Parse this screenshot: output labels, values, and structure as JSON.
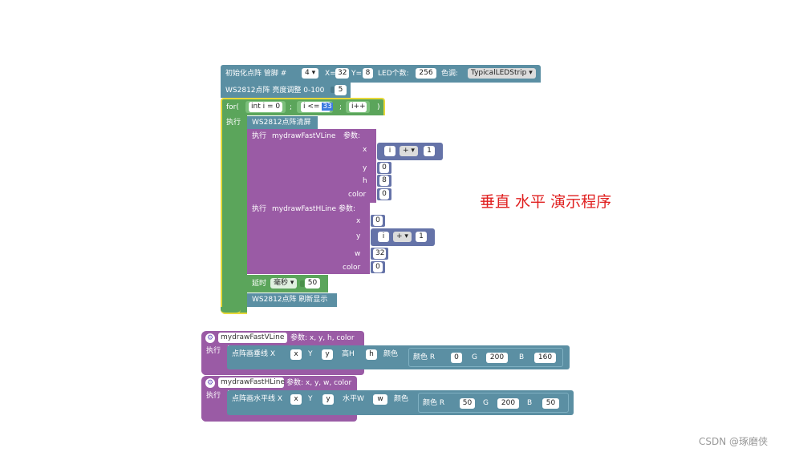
{
  "init": {
    "label": "初始化点阵 管脚 #",
    "pin": "4 ▾",
    "x_label": "X=",
    "x_value": "32",
    "y_label": "Y=",
    "y_value": "8",
    "led_count_label": "LED个数:",
    "led_count": "256",
    "tone_label": "色调:",
    "tone_value": "TypicalLEDStrip ▾"
  },
  "brightness": {
    "label": "WS2812点阵 亮度调整 0-100",
    "value": "5"
  },
  "for_loop": {
    "label": "for(",
    "init": "int i = 0",
    "sep1": ";",
    "cond_prefix": "i <=",
    "cond_value": "33",
    "sep2": ";",
    "step": "i++",
    "close": ")",
    "do_label": "执行"
  },
  "clear": {
    "label": "WS2812点阵清屏"
  },
  "vline_call": {
    "label": "执行",
    "func": "mydrawFastVLine",
    "params": "参数:",
    "x_label": "x",
    "x_var": "i",
    "x_op": "+ ▾",
    "x_num": "1",
    "y_label": "y",
    "y_value": "0",
    "h_label": "h",
    "h_value": "8",
    "color_label": "color",
    "color_value": "0"
  },
  "hline_call": {
    "label": "执行",
    "func": "mydrawFastHLine",
    "params": "参数:",
    "x_label": "x",
    "x_value": "0",
    "y_label": "y",
    "y_var": "i",
    "y_op": "+ ▾",
    "y_num": "1",
    "w_label": "w",
    "w_value": "32",
    "color_label": "color",
    "color_value": "0"
  },
  "delay": {
    "label": "延时",
    "unit": "毫秒 ▾",
    "value": "50"
  },
  "refresh": {
    "label": "WS2812点阵 刷新显示"
  },
  "annotation": "垂直  水平  演示程序",
  "def_v": {
    "name": "mydrawFastVLine",
    "params": "参数: x, y, h, color",
    "do_label": "执行",
    "call_label": "点阵画垂线 X",
    "x_var": "x",
    "y_label": "Y",
    "y_var": "y",
    "h_label": "高H",
    "h_var": "h",
    "color_label": "颜色",
    "rgb_label": "颜色 R",
    "r": "0",
    "g_label": "G",
    "g": "200",
    "b_label": "B",
    "b": "160"
  },
  "def_h": {
    "name": "mydrawFastHLine",
    "params": "参数: x, y, w, color",
    "do_label": "执行",
    "call_label": "点阵画水平线 X",
    "x_var": "x",
    "y_label": "Y",
    "y_var": "y",
    "w_label": "水平W",
    "w_var": "w",
    "color_label": "颜色",
    "rgb_label": "颜色 R",
    "r": "50",
    "g_label": "G",
    "g": "200",
    "b_label": "B",
    "b": "50"
  },
  "watermark": "CSDN @琢磨侠",
  "colors": {
    "teal": "#5b8fa3",
    "green": "#5ba55b",
    "purple": "#9a5ba5",
    "proc_purple": "#9a5ba5",
    "annotation": "#e02020",
    "selection": "#3d7be0"
  },
  "icons": {
    "gear": "gear-icon",
    "dropdown": "chevron-down-icon"
  }
}
